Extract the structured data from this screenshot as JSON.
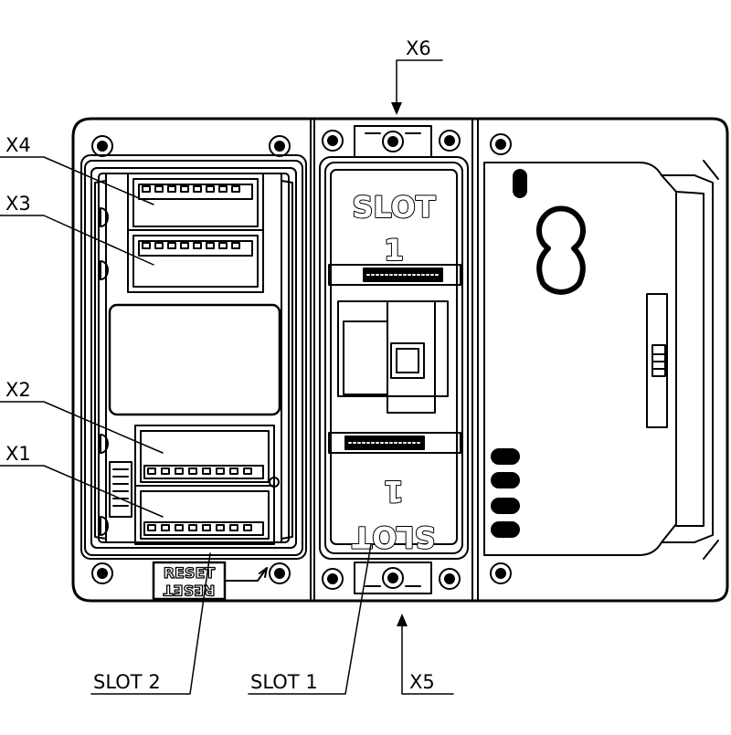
{
  "callouts": {
    "x6": "X6",
    "x4": "X4",
    "x3": "X3",
    "x2": "X2",
    "x1": "X1",
    "slot2": "SLOT 2",
    "slot1": "SLOT 1",
    "x5": "X5"
  },
  "embossed": {
    "slot_top": "SLOT",
    "num_top": "1",
    "slot_bottom": "SLOT",
    "num_bottom": "1",
    "reset_a": "RESET",
    "reset_b": "RESET"
  },
  "colors": {
    "line": "#000000",
    "background": "#ffffff"
  }
}
